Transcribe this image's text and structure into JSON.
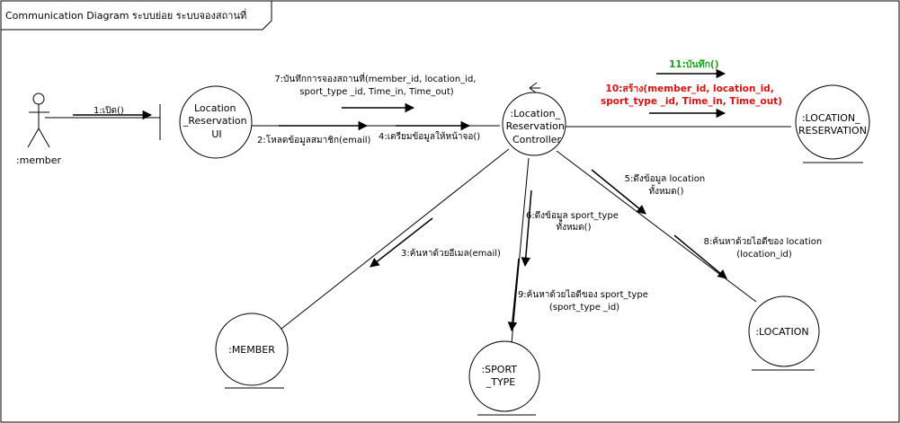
{
  "frame": {
    "title": "Communication Diagram ระบบย่อย ระบบจองสถานที่"
  },
  "actor": {
    "name": ":member"
  },
  "objects": {
    "boundary": [
      "Location",
      "_Reservation",
      "UI"
    ],
    "controller": [
      ":Location_",
      "Reservation",
      "Controller"
    ],
    "location_reservation": [
      ":LOCATION_",
      "RESERVATION"
    ],
    "member": [
      ":MEMBER"
    ],
    "sport_type": [
      ":SPORT",
      "_TYPE"
    ],
    "location": [
      ":LOCATION"
    ]
  },
  "messages": {
    "m1": [
      "1:เปิด()"
    ],
    "m2": [
      "2:โหลดข้อมูลสมาชิก(email)"
    ],
    "m3": [
      "3:ค้นหาด้วยอีเมล(email)"
    ],
    "m4": [
      "4:เตรียมข้อมูลให้หน้าจอ()"
    ],
    "m5": [
      "5:ดึงข้อมูล location",
      "ทั้งหมด()"
    ],
    "m6": [
      "6:ดึงข้อมูล sport_type",
      "ทั้งหมด()"
    ],
    "m7": [
      "7:บันทึกการจองสถานที่(member_id, location_id,",
      "sport_type _id, Time_in, Time_out)"
    ],
    "m8": [
      "8:ค้นหาด้วยไอดีของ location",
      "(location_id)"
    ],
    "m9": [
      "9:ค้นหาด้วยไอดีของ sport_type",
      "(sport_type _id)"
    ],
    "m10": [
      "10:สร้าง(member_id, location_id,",
      "sport_type _id, Time_in, Time_out)"
    ],
    "m11": [
      "11:บันทึก()"
    ]
  }
}
